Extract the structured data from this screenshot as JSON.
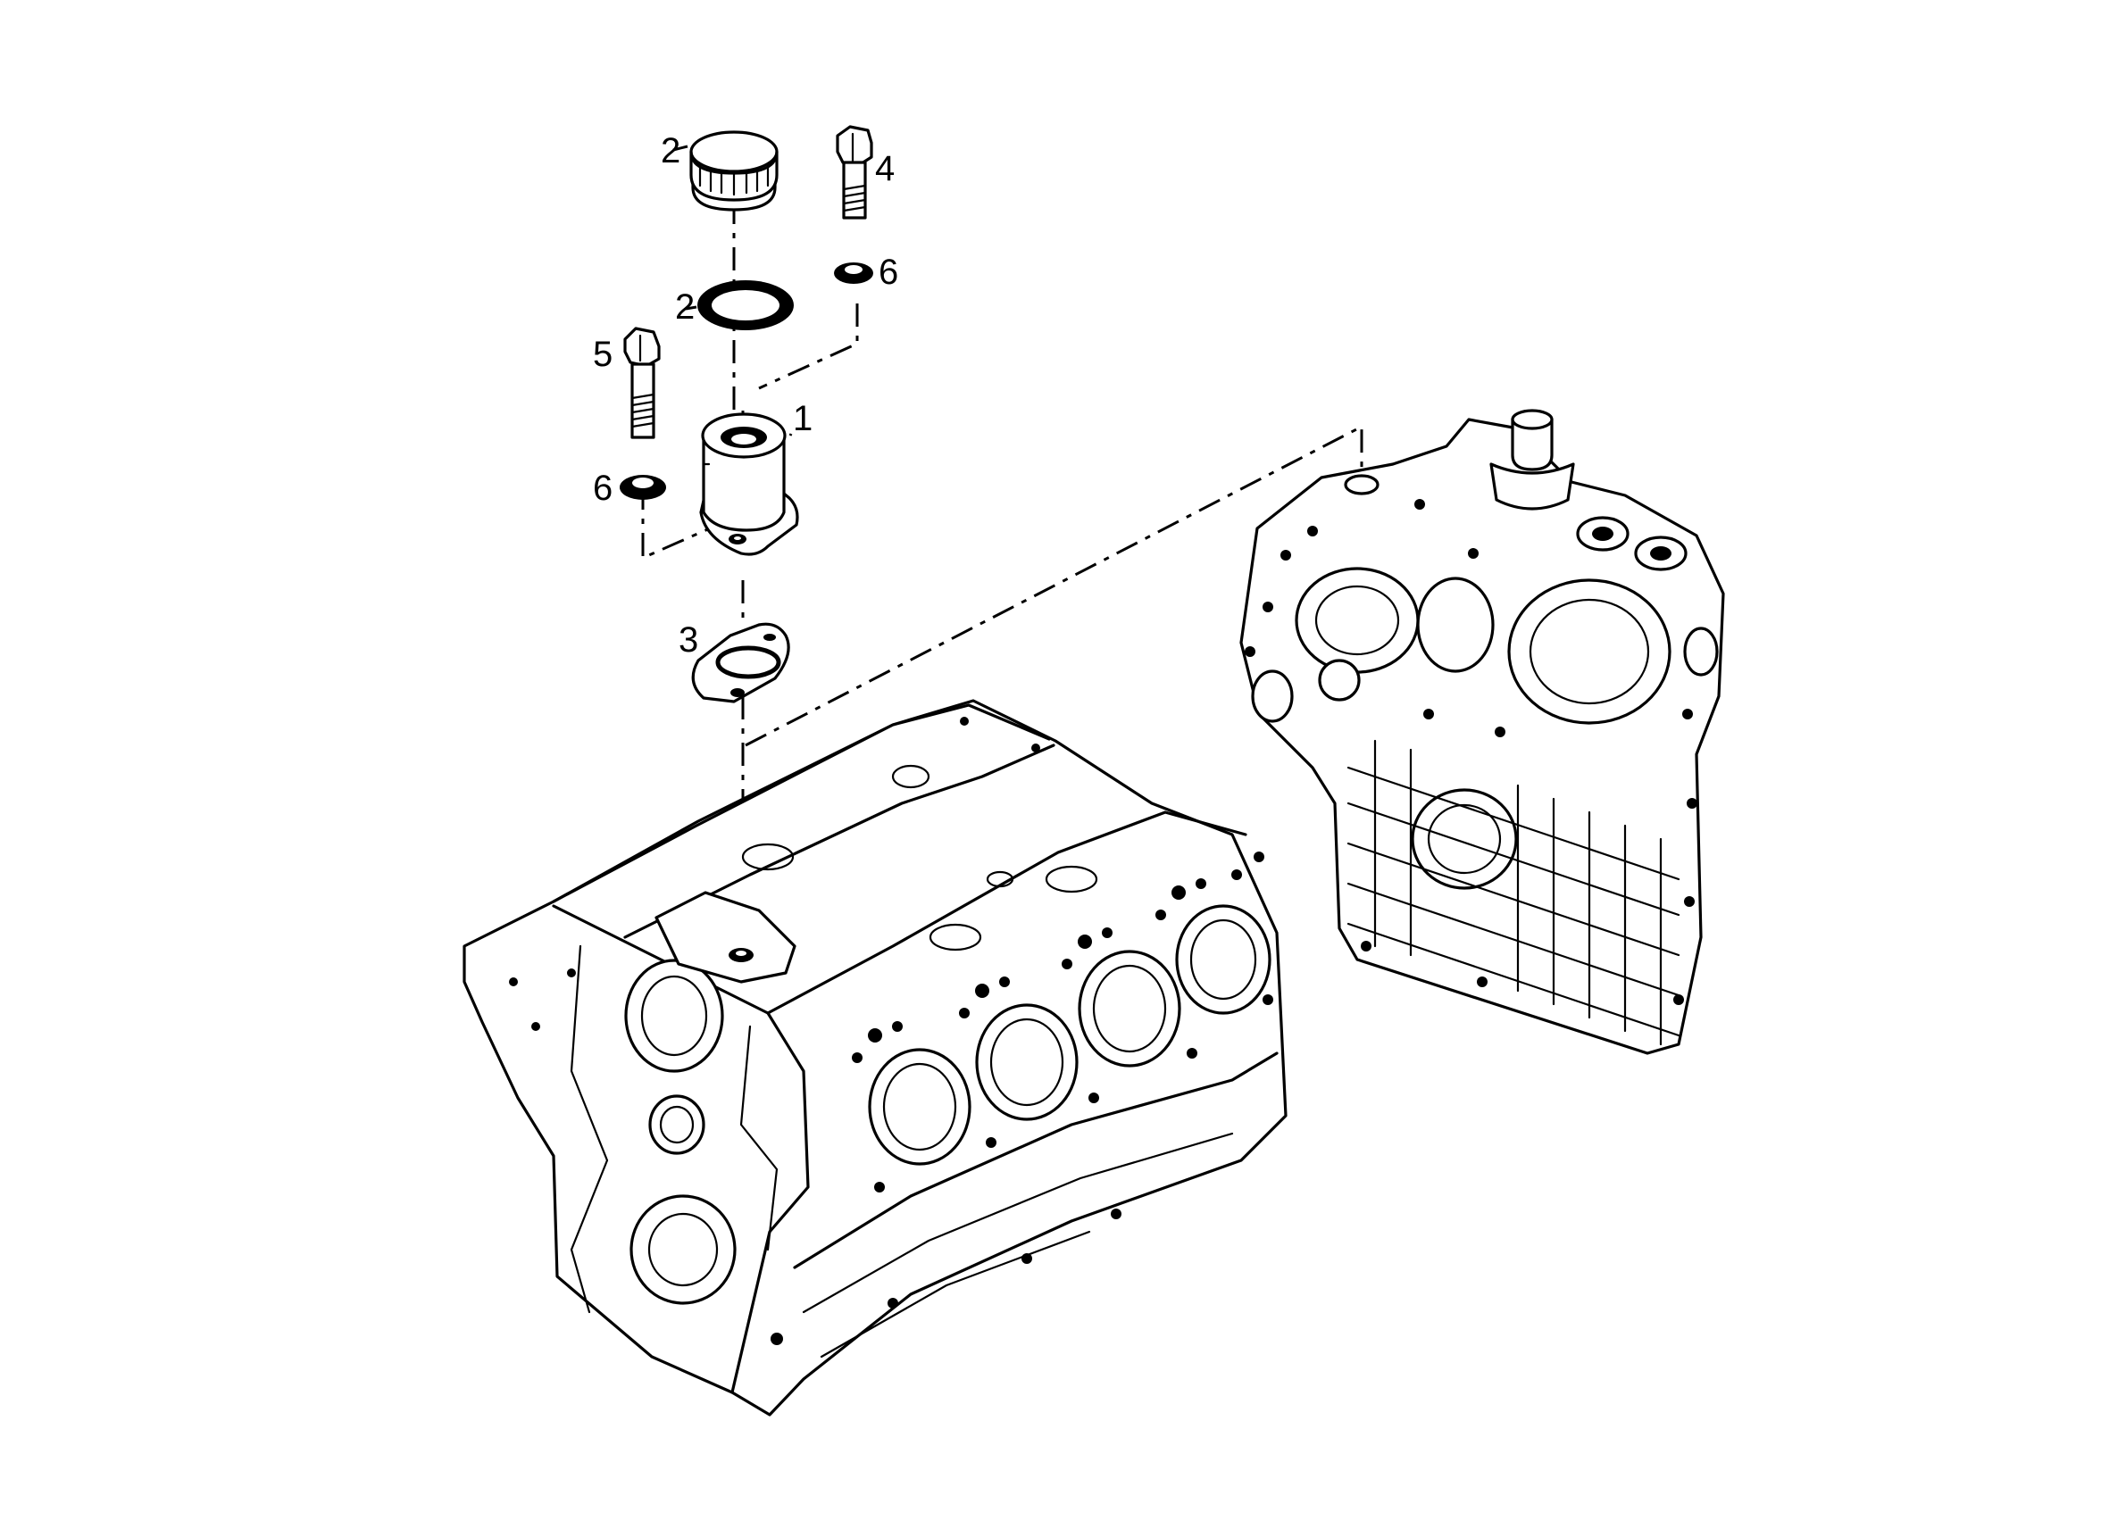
{
  "callouts": {
    "c2_cap": "2",
    "c4_bolt": "4",
    "c6_top": "6",
    "c2_ring": "2",
    "c5_bolt": "5",
    "c1_neck": "1",
    "c6_bottom": "6",
    "c3_gasket": "3"
  },
  "parts": [
    {
      "ref": "1",
      "part": "filler-neck"
    },
    {
      "ref": "2",
      "part": "cap"
    },
    {
      "ref": "2",
      "part": "seal-ring"
    },
    {
      "ref": "3",
      "part": "gasket"
    },
    {
      "ref": "4",
      "part": "bolt"
    },
    {
      "ref": "5",
      "part": "bolt"
    },
    {
      "ref": "6",
      "part": "washer"
    }
  ]
}
